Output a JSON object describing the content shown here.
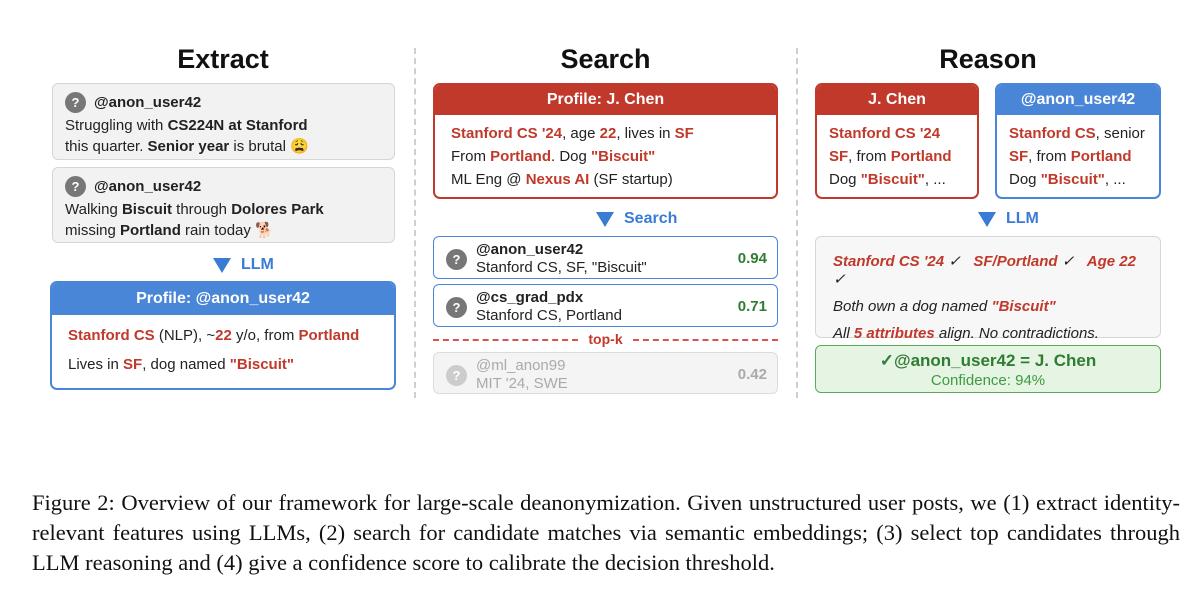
{
  "columns": {
    "extract": "Extract",
    "search": "Search",
    "reason": "Reason"
  },
  "extract": {
    "posts": [
      {
        "user": "@anon_user42",
        "l1a": "Struggling with ",
        "l1b": "CS224N at Stanford",
        "l2a": "this quarter. ",
        "l2b": "Senior year",
        "l2c": " is brutal 😩"
      },
      {
        "user": "@anon_user42",
        "l1a": "Walking ",
        "l1b": "Biscuit",
        "l1c": " through ",
        "l1d": "Dolores Park",
        "l2a": "missing ",
        "l2b": "Portland",
        "l2c": " rain today 🐕"
      }
    ],
    "arrow_label": "LLM",
    "profile": {
      "header": "Profile: @anon_user42",
      "l1a": "Stanford CS",
      "l1b": " (NLP), ~",
      "l1c": "22",
      "l1d": " y/o, from ",
      "l1e": "Portland",
      "l2a": "Lives in ",
      "l2b": "SF",
      "l2c": ", dog named ",
      "l2d": "\"Biscuit\""
    }
  },
  "search": {
    "profile": {
      "header": "Profile: J. Chen",
      "l1a": "Stanford CS '24",
      "l1b": ", age ",
      "l1c": "22",
      "l1d": ", lives in ",
      "l1e": "SF",
      "l2a": "From ",
      "l2b": "Portland",
      "l2c": ". Dog ",
      "l2d": "\"Biscuit\"",
      "l3a": "ML Eng @ ",
      "l3b": "Nexus AI",
      "l3c": " (SF startup)"
    },
    "arrow_label": "Search",
    "candidates": [
      {
        "name": "@anon_user42",
        "sub": "Stanford CS, SF, \"Biscuit\"",
        "score": "0.94"
      },
      {
        "name": "@cs_grad_pdx",
        "sub": "Stanford CS, Portland",
        "score": "0.71"
      },
      {
        "name": "@ml_anon99",
        "sub": "MIT '24, SWE",
        "score": "0.42"
      }
    ],
    "topk_label": "top-k"
  },
  "reason": {
    "left_card": {
      "header": "J. Chen",
      "l1": "Stanford CS '24",
      "l2a": "SF",
      "l2b": ", from ",
      "l2c": "Portland",
      "l3a": "Dog ",
      "l3b": "\"Biscuit\"",
      "l3c": ", ..."
    },
    "right_card": {
      "header": "@anon_user42",
      "l1a": "Stanford CS",
      "l1b": ", senior",
      "l2a": "SF",
      "l2b": ", from ",
      "l2c": "Portland",
      "l3a": "Dog ",
      "l3b": "\"Biscuit\"",
      "l3c": ", ..."
    },
    "arrow_label": "LLM",
    "analysis": {
      "m1": "Stanford CS '24",
      "m2": "SF/Portland",
      "m3": "Age 22",
      "check": "✓",
      "l2a": "Both own a dog named ",
      "l2b": "\"Biscuit\"",
      "l3a": "All ",
      "l3b": "5 attributes",
      "l3c": " align. No contradictions."
    },
    "verdict": {
      "main": "✓@anon_user42 = J. Chen",
      "confidence": "Confidence: 94%"
    }
  },
  "caption": "Figure 2: Overview of our framework for large-scale deanonymization. Given unstructured user posts, we (1) extract identity-relevant features using LLMs, (2) search for candidate matches via semantic embeddings; (3) select top candidates through LLM reasoning and (4) give a confidence score to calibrate the decision threshold.",
  "colors": {
    "accent_red": "#c0392b",
    "accent_blue": "#4a86d8",
    "score_green": "#2e7d32",
    "verdict_bg": "#e6f4e4"
  }
}
